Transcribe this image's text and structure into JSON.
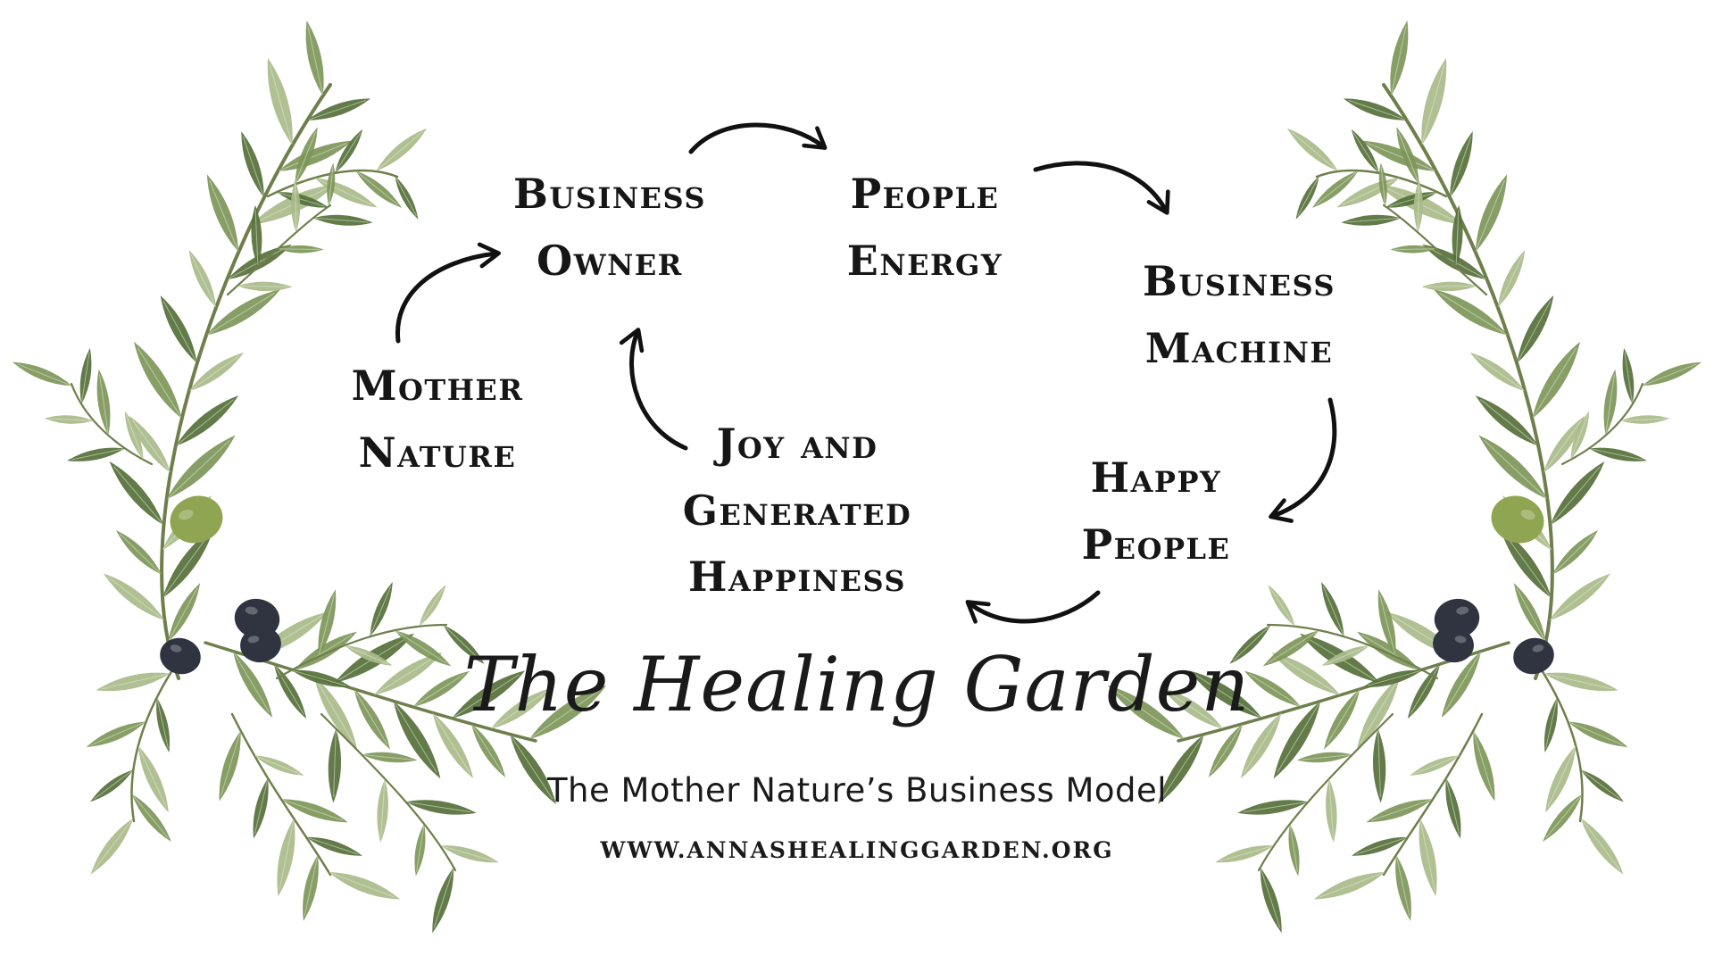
{
  "diagram": {
    "nodes": [
      {
        "id": "business-owner",
        "lines": [
          "Business",
          "Owner"
        ]
      },
      {
        "id": "people-energy",
        "lines": [
          "People",
          "Energy"
        ]
      },
      {
        "id": "business-machine",
        "lines": [
          "Business",
          "Machine"
        ]
      },
      {
        "id": "happy-people",
        "lines": [
          "Happy",
          "People"
        ]
      },
      {
        "id": "joy-generated-happiness",
        "lines": [
          "Joy and",
          "Generated",
          "Happiness"
        ]
      },
      {
        "id": "mother-nature",
        "lines": [
          "Mother",
          "Nature"
        ]
      }
    ],
    "edges": [
      {
        "from": "business-owner",
        "to": "people-energy"
      },
      {
        "from": "people-energy",
        "to": "business-machine"
      },
      {
        "from": "business-machine",
        "to": "happy-people"
      },
      {
        "from": "happy-people",
        "to": "joy-generated-happiness"
      },
      {
        "from": "joy-generated-happiness",
        "to": "business-owner"
      },
      {
        "from": "mother-nature",
        "to": "business-owner"
      }
    ]
  },
  "branding": {
    "title": "The Healing Garden",
    "subtitle": "The Mother Nature’s Business Model",
    "website": "WWW.ANNASHEALINGGARDEN.ORG"
  },
  "colors": {
    "leaf_dark": "#55703a",
    "leaf_mid": "#7d9659",
    "leaf_light": "#a9bb8a",
    "olive_green": "#8fa552",
    "olive_dark": "#2f3440",
    "text": "#161616"
  }
}
